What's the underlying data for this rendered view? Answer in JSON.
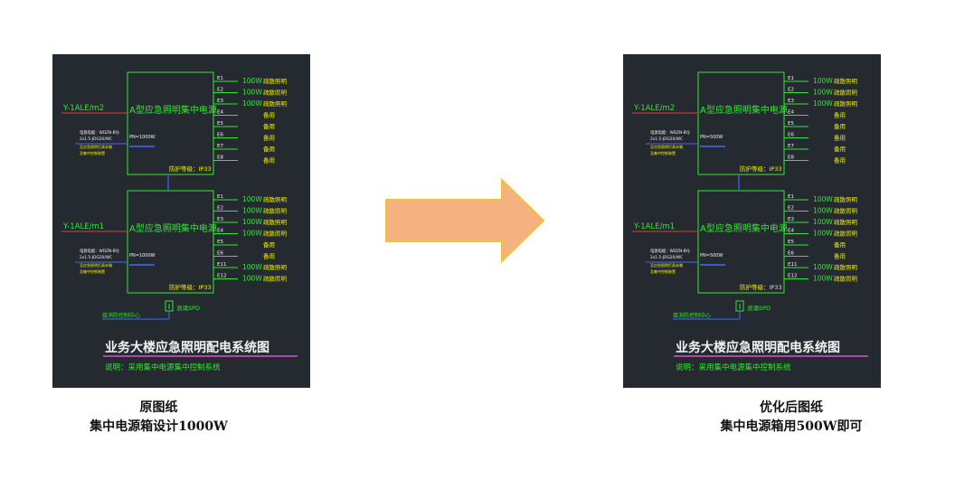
{
  "left": {
    "input_upper": "Y-1ALE/m2",
    "input_lower": "Y-1ALE/m1",
    "box_title": "A型应急照明集中电源",
    "cable_line1": "电源电缆：WDZN-BYJ-",
    "cable_line2": "2x1.5-JDG20/WC",
    "cable_note1": "至应急照明灯具末端",
    "cable_note2": "及集中控制装置",
    "power_upper": "PN=1000W",
    "power_lower": "PN=1000W",
    "protection": "防护等级：IP33",
    "spd": "浪涌SPD",
    "control_label": "接消防控制中心",
    "upper_circuits": [
      {
        "id": "E1",
        "power": "100W",
        "use": "疏散照明"
      },
      {
        "id": "E2",
        "power": "100W",
        "use": "疏散照明"
      },
      {
        "id": "E3",
        "power": "100W",
        "use": "疏散照明"
      },
      {
        "id": "E4",
        "power": "",
        "use": "备用"
      },
      {
        "id": "E5",
        "power": "",
        "use": "备用"
      },
      {
        "id": "E6",
        "power": "",
        "use": "备用"
      },
      {
        "id": "E7",
        "power": "",
        "use": "备用"
      },
      {
        "id": "E8",
        "power": "",
        "use": "备用"
      }
    ],
    "lower_circuits": [
      {
        "id": "E1",
        "power": "100W",
        "use": "疏散照明"
      },
      {
        "id": "E2",
        "power": "100W",
        "use": "疏散照明"
      },
      {
        "id": "E3",
        "power": "100W",
        "use": "疏散照明"
      },
      {
        "id": "E4",
        "power": "100W",
        "use": "疏散照明"
      },
      {
        "id": "E5",
        "power": "",
        "use": "备用"
      },
      {
        "id": "E6",
        "power": "",
        "use": "备用"
      },
      {
        "id": "E11",
        "power": "100W",
        "use": "疏散照明"
      },
      {
        "id": "E12",
        "power": "100W",
        "use": "疏散照明"
      }
    ],
    "title": "业务大楼应急照明配电系统图",
    "note": "说明：采用集中电源集中控制系统"
  },
  "right": {
    "input_upper": "Y-1ALE/m2",
    "input_lower": "Y-1ALE/m1",
    "box_title": "A型应急照明集中电源",
    "cable_line1": "电源电缆：WDZN-BYJ-",
    "cable_line2": "2x1.5-JDG20/WC",
    "cable_note1": "至应急照明灯具末端",
    "cable_note2": "及集中控制装置",
    "power_upper": "PN=500W",
    "power_lower": "PN=500W",
    "protection": "防护等级：IP33",
    "spd": "浪涌SPD",
    "control_label": "接消防控制中心",
    "upper_circuits": [
      {
        "id": "E1",
        "power": "100W",
        "use": "疏散照明"
      },
      {
        "id": "E2",
        "power": "100W",
        "use": "疏散照明"
      },
      {
        "id": "E3",
        "power": "100W",
        "use": "疏散照明"
      },
      {
        "id": "E4",
        "power": "",
        "use": "备用"
      },
      {
        "id": "E5",
        "power": "",
        "use": "备用"
      },
      {
        "id": "E6",
        "power": "",
        "use": "备用"
      },
      {
        "id": "E7",
        "power": "",
        "use": "备用"
      },
      {
        "id": "E8",
        "power": "",
        "use": "备用"
      }
    ],
    "lower_circuits": [
      {
        "id": "E1",
        "power": "100W",
        "use": "疏散照明"
      },
      {
        "id": "E2",
        "power": "100W",
        "use": "疏散照明"
      },
      {
        "id": "E3",
        "power": "100W",
        "use": "疏散照明"
      },
      {
        "id": "E4",
        "power": "100W",
        "use": "疏散照明"
      },
      {
        "id": "E5",
        "power": "",
        "use": "备用"
      },
      {
        "id": "E6",
        "power": "",
        "use": "备用"
      },
      {
        "id": "E11",
        "power": "100W",
        "use": "疏散照明"
      },
      {
        "id": "E12",
        "power": "100W",
        "use": "疏散照明"
      }
    ],
    "title": "业务大楼应急照明配电系统图",
    "note": "说明：采用集中电源集中控制系统"
  },
  "captions": {
    "left_line1": "原图纸",
    "left_line2": "集中电源箱设计1000W",
    "right_line1": "优化后图纸",
    "right_line2": "集中电源箱用500W即可"
  },
  "colors": {
    "panel_bg": "#252a30",
    "cad_green": "#33e633",
    "cad_red": "#e23a3a",
    "cad_blue": "#3b6bff",
    "cad_yellow": "#f2f200",
    "cad_white": "#f2f2f2",
    "cad_magenta": "#d84fd8",
    "arrow_fill": "#f5b17f",
    "arrow_stroke": "#f0c23a"
  }
}
